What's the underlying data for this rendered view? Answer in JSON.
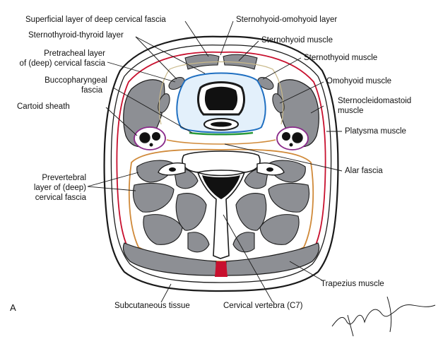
{
  "panel_letter": "A",
  "labels": {
    "superficial_layer": "Superficial layer of deep cervical fascia",
    "sternohyoid_omohyoid_layer": "Sternohyoid-omohyoid layer",
    "sternothyroid_thyroid_layer": "Sternothyroid-thyroid layer",
    "sternohyoid_muscle": "Sternohyoid muscle",
    "pretracheal_line1": "Pretracheal layer",
    "pretracheal_line2": "of (deep) cervical fascia",
    "sternothyoid_muscle": "Sternothyoid muscle",
    "omohyoid_muscle": "Omohyoid muscle",
    "buccopharyngeal_line1": "Buccopharyngeal",
    "buccopharyngeal_line2": "fascia",
    "sternocleidomastoid_line1": "Sternocleidomastoid",
    "sternocleidomastoid_line2": "muscle",
    "carotid_sheath": "Cartoid sheath",
    "platysma_muscle": "Platysma muscle",
    "alar_fascia": "Alar fascia",
    "prevertebral_line1": "Prevertebral",
    "prevertebral_line2": "layer of (deep)",
    "prevertebral_line3": "cervical fascia",
    "trapezius_muscle": "Trapezius muscle",
    "subcutaneous_tissue": "Subcutaneous tissue",
    "cervical_vertebra": "Cervical vertebra (C7)"
  },
  "colors": {
    "outline": "#1a1a1a",
    "muscle": "#8d8f94",
    "muscle_dark": "#6f7176",
    "superficial_fascia": "#c8102e",
    "pretracheal_fascia": "#1f6fc1",
    "pretracheal_fill": "#e3f0fb",
    "carotid_sheath": "#8a2a8a",
    "prevertebral_fascia": "#d08a3a",
    "buccopharyngeal_fascia": "#2a9a3a",
    "bone": "#ffffff"
  }
}
